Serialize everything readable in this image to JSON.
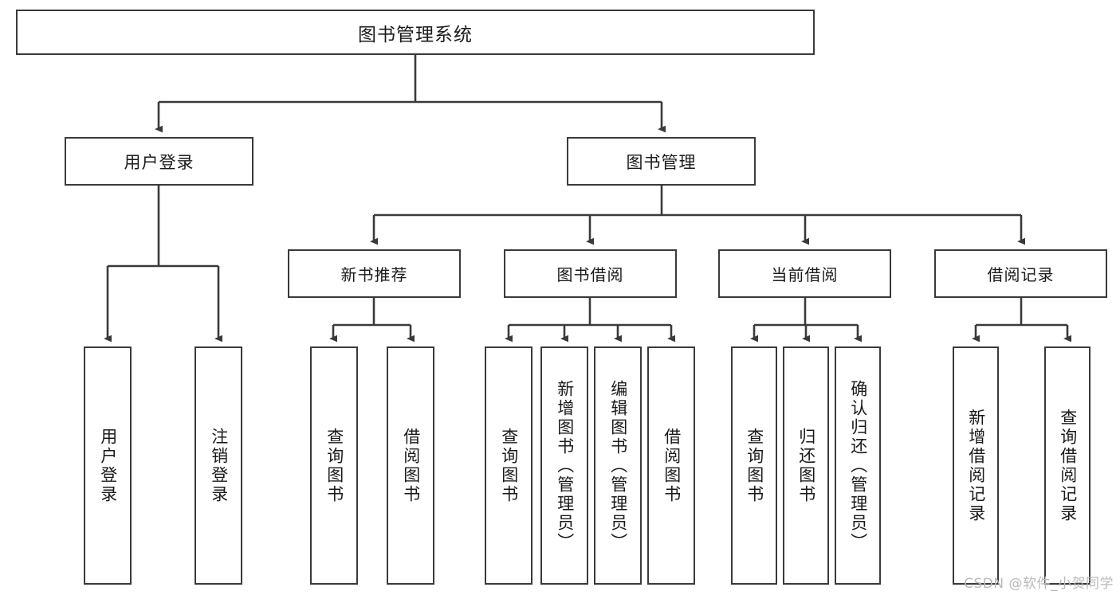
{
  "diagram": {
    "type": "tree",
    "title": "图书管理系统",
    "root": {
      "id": "root",
      "label": "图书管理系统"
    },
    "level2": [
      {
        "id": "user-login",
        "label": "用户登录"
      },
      {
        "id": "book-manage",
        "label": "图书管理"
      }
    ],
    "level3": [
      {
        "id": "new-book-recommend",
        "label": "新书推荐",
        "parent": "book-manage"
      },
      {
        "id": "book-borrow",
        "label": "图书借阅",
        "parent": "book-manage"
      },
      {
        "id": "current-borrow",
        "label": "当前借阅",
        "parent": "book-manage"
      },
      {
        "id": "borrow-record",
        "label": "借阅记录",
        "parent": "book-manage"
      }
    ],
    "leaves": [
      {
        "id": "leaf-user-login",
        "label": "用户登录",
        "parent": "user-login"
      },
      {
        "id": "leaf-logout",
        "label": "注销登录",
        "parent": "user-login"
      },
      {
        "id": "leaf-query-book-1",
        "label": "查询图书",
        "parent": "new-book-recommend"
      },
      {
        "id": "leaf-borrow-book-1",
        "label": "借阅图书",
        "parent": "new-book-recommend"
      },
      {
        "id": "leaf-query-book-2",
        "label": "查询图书",
        "parent": "book-borrow"
      },
      {
        "id": "leaf-add-book",
        "label": "新增图书（管理员）",
        "parent": "book-borrow"
      },
      {
        "id": "leaf-edit-book",
        "label": "编辑图书（管理员）",
        "parent": "book-borrow"
      },
      {
        "id": "leaf-borrow-book-2",
        "label": "借阅图书",
        "parent": "book-borrow"
      },
      {
        "id": "leaf-query-book-3",
        "label": "查询图书",
        "parent": "current-borrow"
      },
      {
        "id": "leaf-return-book",
        "label": "归还图书",
        "parent": "current-borrow"
      },
      {
        "id": "leaf-confirm-return",
        "label": "确认归还（管理员）",
        "parent": "current-borrow"
      },
      {
        "id": "leaf-add-record",
        "label": "新增借阅记录",
        "parent": "borrow-record"
      },
      {
        "id": "leaf-query-record",
        "label": "查询借阅记录",
        "parent": "borrow-record"
      }
    ],
    "colors": {
      "stroke": "#3a3a3a",
      "box_fill": "#ffffff",
      "text": "#1a1a1a",
      "background": "#ffffff",
      "watermark": "#b9b9b9"
    }
  },
  "watermark": {
    "text": "CSDN @软件_小贺同学"
  }
}
